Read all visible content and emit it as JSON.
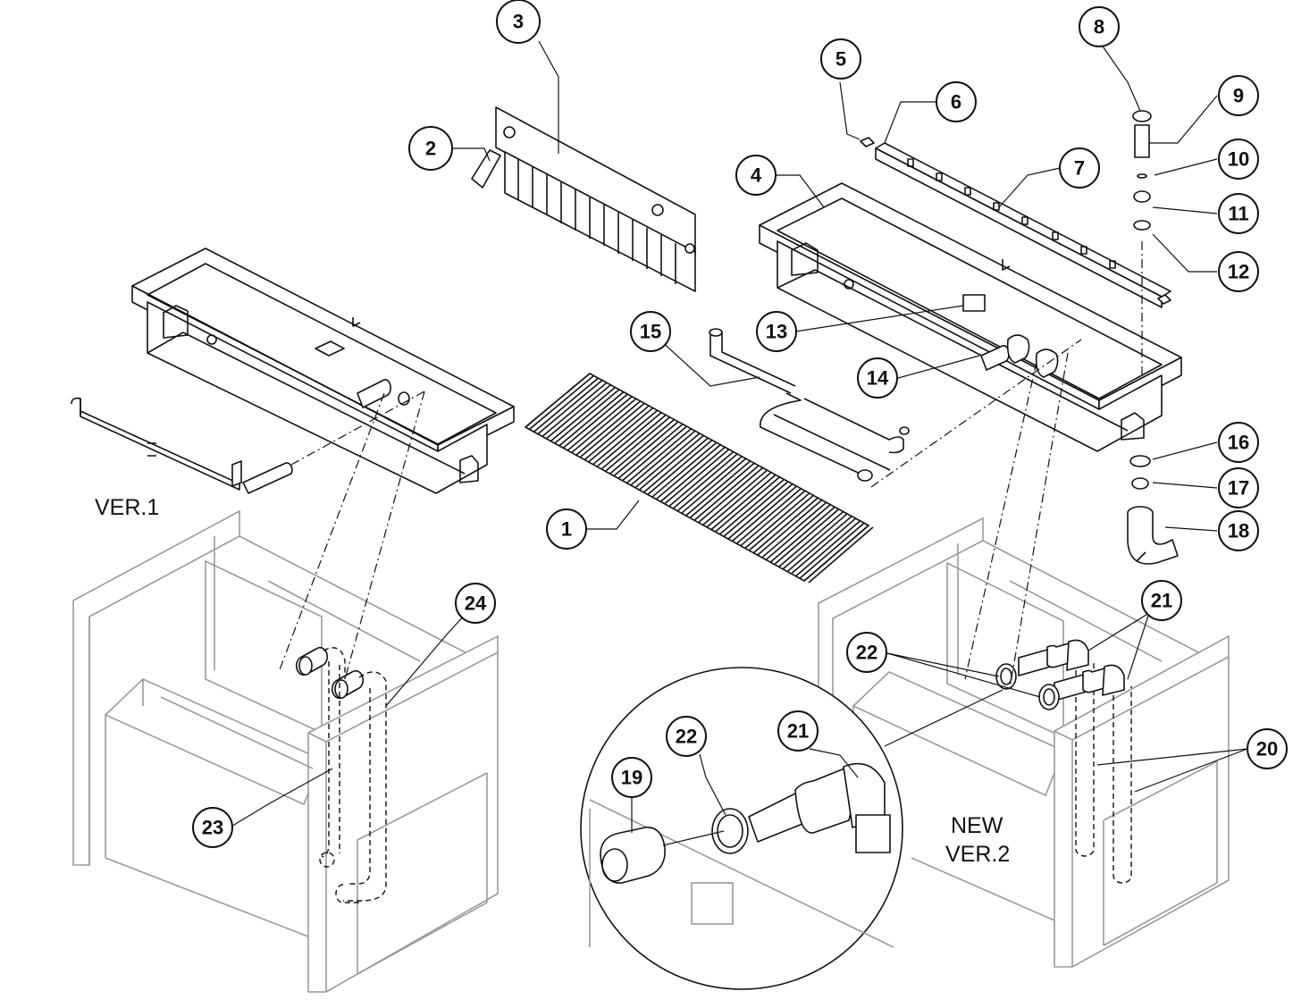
{
  "callouts": [
    {
      "label": "1"
    },
    {
      "label": "2"
    },
    {
      "label": "3"
    },
    {
      "label": "4"
    },
    {
      "label": "5"
    },
    {
      "label": "6"
    },
    {
      "label": "7"
    },
    {
      "label": "8"
    },
    {
      "label": "9"
    },
    {
      "label": "10"
    },
    {
      "label": "11"
    },
    {
      "label": "12"
    },
    {
      "label": "13"
    },
    {
      "label": "14"
    },
    {
      "label": "15"
    },
    {
      "label": "16"
    },
    {
      "label": "17"
    },
    {
      "label": "18"
    },
    {
      "label": "19"
    },
    {
      "label": "20"
    },
    {
      "label": "21"
    },
    {
      "label": "22"
    },
    {
      "label": "21"
    },
    {
      "label": "22"
    },
    {
      "label": "23"
    },
    {
      "label": "24"
    }
  ],
  "labels": {
    "ver1": "VER.1",
    "ver2_line1": "NEW",
    "ver2_line2": "VER.2"
  }
}
